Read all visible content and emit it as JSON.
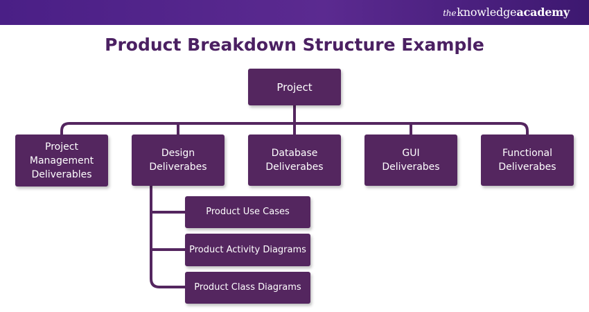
{
  "header": {
    "brand_prefix": "the",
    "brand_middle": "knowledge",
    "brand_suffix": "academy"
  },
  "title": "Product Breakdown Structure Example",
  "root": {
    "label": "Project"
  },
  "deliverables": [
    {
      "label": "Project\nManagement\nDeliverables"
    },
    {
      "label": "Design\nDeliverabes"
    },
    {
      "label": "Database\nDeliverabes"
    },
    {
      "label": "GUI\nDeliverabes"
    },
    {
      "label": "Functional\nDeliverabes"
    }
  ],
  "design_children": [
    {
      "label": "Product Use Cases"
    },
    {
      "label": "Product Activity Diagrams"
    },
    {
      "label": "Product Class Diagrams"
    }
  ],
  "colors": {
    "header_bar": "#4a1f86",
    "title_text": "#4b2062",
    "node_fill": "#54265f",
    "connector": "#54265f",
    "node_text": "#ffffff"
  }
}
